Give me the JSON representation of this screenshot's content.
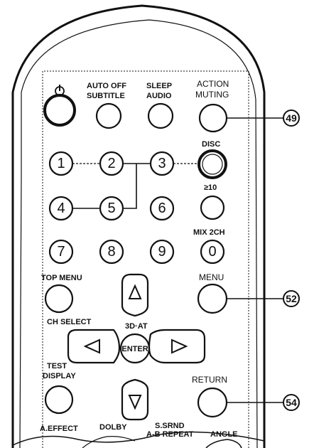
{
  "labels": {
    "auto_off": "AUTO OFF",
    "subtitle": "SUBTITLE",
    "sleep": "SLEEP",
    "audio": "AUDIO",
    "action": "ACTION",
    "muting": "MUTING",
    "disc": "DISC",
    "ge10": "≥10",
    "mix2ch": "MIX 2CH",
    "top_menu": "TOP MENU",
    "menu": "MENU",
    "ch_select": "CH SELECT",
    "repeat": "3D·AT",
    "enter": "ENTER",
    "test": "TEST",
    "display": "DISPLAY",
    "return": "RETURN",
    "a_effect": "A.EFFECT",
    "dolby": "DOLBY",
    "s_srnd": "S.SRND",
    "a_repeat": "A-B REPEAT",
    "angle": "ANGLE"
  },
  "numbers": [
    "1",
    "2",
    "3",
    "4",
    "5",
    "6",
    "7",
    "8",
    "9",
    "0"
  ],
  "callouts": {
    "muting": "49",
    "menu": "52",
    "return": "54"
  }
}
